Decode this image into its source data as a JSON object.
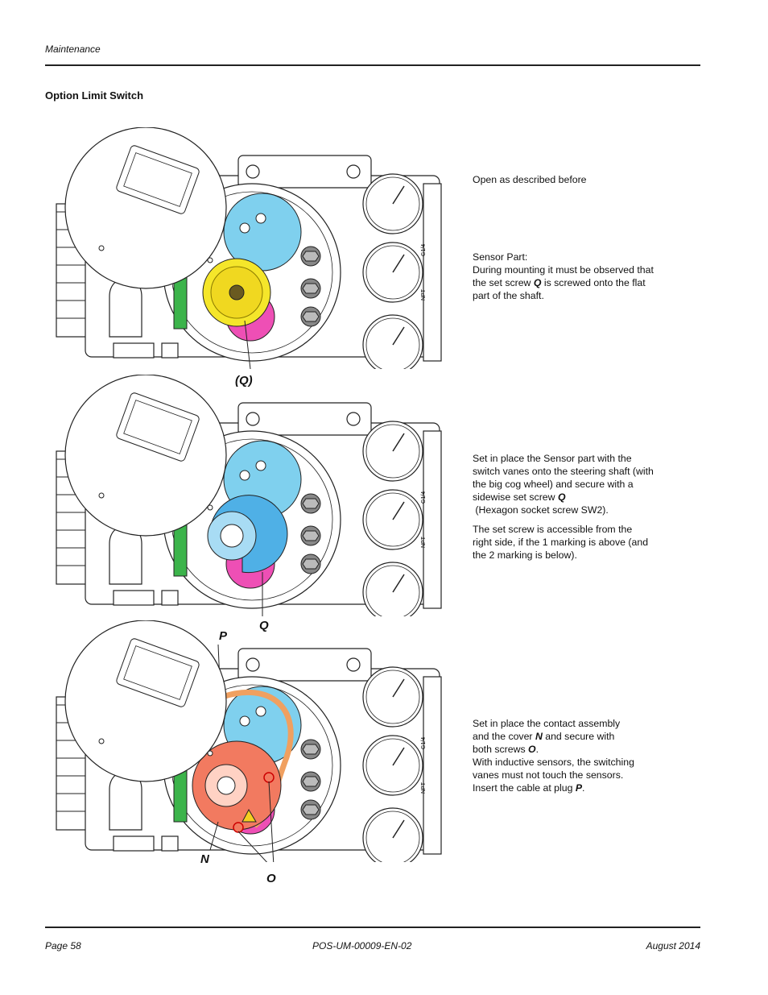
{
  "header": {
    "section": "Maintenance"
  },
  "title": "Option Limit Switch",
  "steps": [
    {
      "lines": [
        "Open as described before"
      ],
      "sensor_title": "Sensor Part:",
      "sensor_lines": [
        {
          "pre": "During mounting it must be observed that the set screw ",
          "em": "Q",
          "post": " is screwed onto the flat part of the shaft."
        }
      ],
      "callout": "(Q)"
    },
    {
      "para1": {
        "pre": "Set in place the Sensor part with the switch vanes onto the steering shaft (with the big cog wheel) and secure with a sidewise set screw ",
        "em": "Q",
        "post": ""
      },
      "para1b": "(Hexagon socket screw SW2).",
      "para2": "The set screw is accessible from the right side, if the 1 marking is above (and the 2 marking is below).",
      "callout": "Q"
    },
    {
      "l1": "Set in place the contact assembly",
      "l2": {
        "pre": "and the cover ",
        "em": "N",
        "post": " and secure with"
      },
      "l3": {
        "pre": "both screws ",
        "em": "O",
        "post": "."
      },
      "l4": "With inductive sensors, the switching vanes must not touch the sensors.",
      "l5": {
        "pre": "Insert the cable at plug ",
        "em": "P",
        "post": "."
      },
      "callouts": {
        "p": "P",
        "n": "N",
        "o": "O"
      }
    }
  ],
  "gauge_label": {
    "top": "G1/4",
    "bottom": "NPT"
  },
  "footer": {
    "page": "Page 58",
    "doc": "POS-UM-00009-EN-02",
    "date": "August 2014"
  }
}
